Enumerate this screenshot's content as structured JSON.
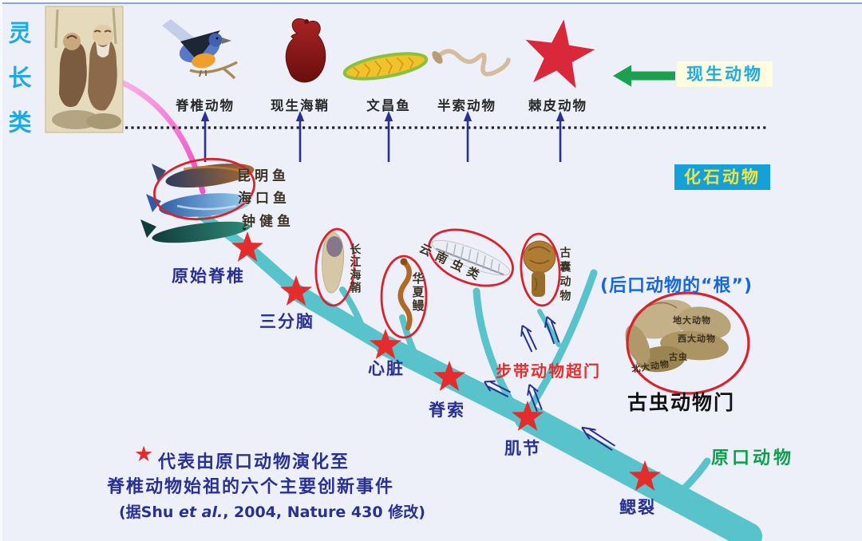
{
  "title_area": {
    "primates": "灵长类",
    "living_animals": "现生动物",
    "fossil_animals": "化石动物"
  },
  "living_taxa": [
    {
      "label": "脊椎动物",
      "icon": "bird-icon"
    },
    {
      "label": "现生海鞘",
      "icon": "sea-squirt-icon"
    },
    {
      "label": "文昌鱼",
      "icon": "lancelet-icon"
    },
    {
      "label": "半索动物",
      "icon": "acorn-worm-icon"
    },
    {
      "label": "棘皮动物",
      "icon": "starfish-icon"
    }
  ],
  "fossil_fish": [
    {
      "label": "昆明鱼"
    },
    {
      "label": "海口鱼"
    },
    {
      "label": "钟健鱼"
    }
  ],
  "fossil_taxa": [
    {
      "label": "长江海鞘"
    },
    {
      "label": "华夏鳗"
    },
    {
      "label": "云南虫类"
    },
    {
      "label": "古囊动物"
    }
  ],
  "innovations": [
    {
      "label": "原始脊椎"
    },
    {
      "label": "三分脑"
    },
    {
      "label": "心脏"
    },
    {
      "label": "脊索"
    },
    {
      "label": "肌节"
    },
    {
      "label": "鳃裂"
    }
  ],
  "clade_labels": {
    "ambulacraria": "步带动物超门",
    "deuterostome_root": "(后口动物的“根”)",
    "vetulicolia_phylum": "古虫动物门",
    "protostomes": "原口动物"
  },
  "vetulicolia_genera": [
    {
      "label": "地大动物"
    },
    {
      "label": "西大动物"
    },
    {
      "label": "古虫"
    },
    {
      "label": "北大动物"
    }
  ],
  "legend": {
    "star_icon": "★",
    "line1": "代表由原口动物演化至",
    "line2": "脊椎动物始祖的六个主要创新事件",
    "citation_prefix": "(据Shu ",
    "citation_italic": "et al.",
    "citation_suffix": ", 2004, Nature 430 修改)"
  },
  "colors": {
    "background": "#edf0f8",
    "tree_teal": "#58c3cb",
    "star_red": "#e32d2d",
    "ellipse_red": "#d8232e",
    "navy": "#2a3090",
    "cyan": "#1faae0",
    "green_arrow": "#1aa04e",
    "protostome_green": "#0aa04c",
    "root_blue": "#1668d8",
    "ambulacraria_red": "#e03030",
    "fossil_tag_text": "#f2e43c",
    "fossil_tag_bg": "#16a0da",
    "living_tag_bg": "#fffde0",
    "pink_lineage": "#ee58c8"
  }
}
